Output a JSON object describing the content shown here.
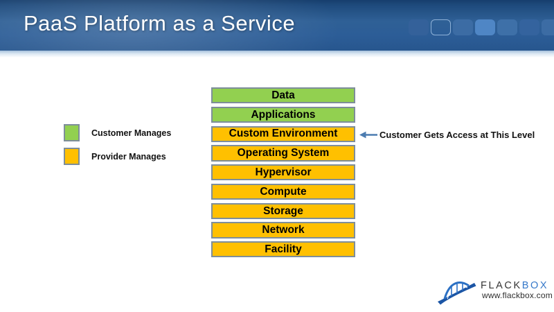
{
  "header": {
    "title": "PaaS Platform as a Service",
    "squares": [
      {
        "fill": "#34619A",
        "border": "rgba(0,0,0,0)"
      },
      {
        "fill": "rgba(0,0,0,0)",
        "border": "#8FB2D8"
      },
      {
        "fill": "#3C6CA4",
        "border": "rgba(0,0,0,0)"
      },
      {
        "fill": "#4F86C5",
        "border": "rgba(0,0,0,0)"
      },
      {
        "fill": "#3E70A8",
        "border": "rgba(0,0,0,0)"
      },
      {
        "fill": "#34639E",
        "border": "rgba(0,0,0,0)"
      },
      {
        "fill": "#3C6CA4",
        "border": "rgba(0,0,0,0)"
      }
    ]
  },
  "legend": {
    "items": [
      {
        "label": "Customer Manages",
        "color": "#92D050"
      },
      {
        "label": "Provider Manages",
        "color": "#FFC000"
      }
    ]
  },
  "stack": {
    "layers": [
      {
        "label": "Data",
        "color": "#92D050",
        "managed_by": "customer"
      },
      {
        "label": "Applications",
        "color": "#92D050",
        "managed_by": "customer"
      },
      {
        "label": "Custom Environment",
        "color": "#FFC000",
        "managed_by": "provider",
        "annotated": true
      },
      {
        "label": "Operating System",
        "color": "#FFC000",
        "managed_by": "provider"
      },
      {
        "label": "Hypervisor",
        "color": "#FFC000",
        "managed_by": "provider"
      },
      {
        "label": "Compute",
        "color": "#FFC000",
        "managed_by": "provider"
      },
      {
        "label": "Storage",
        "color": "#FFC000",
        "managed_by": "provider"
      },
      {
        "label": "Network",
        "color": "#FFC000",
        "managed_by": "provider"
      },
      {
        "label": "Facility",
        "color": "#FFC000",
        "managed_by": "provider"
      }
    ]
  },
  "annotation": {
    "text": "Customer Gets Access at This Level",
    "arrow_color": "#4C7CB0"
  },
  "footer_logo": {
    "brand_primary": "FLACK",
    "brand_secondary": "BOX",
    "url": "www.flackbox.com",
    "brand_primary_color": "#343434",
    "brand_secondary_color": "#3578C9"
  },
  "colors": {
    "customer_green": "#92D050",
    "provider_gold": "#FFC000",
    "box_border_gray": "#7E8E9A",
    "banner_blue_dark": "#163E6D",
    "banner_blue_mid": "#2F6096"
  }
}
